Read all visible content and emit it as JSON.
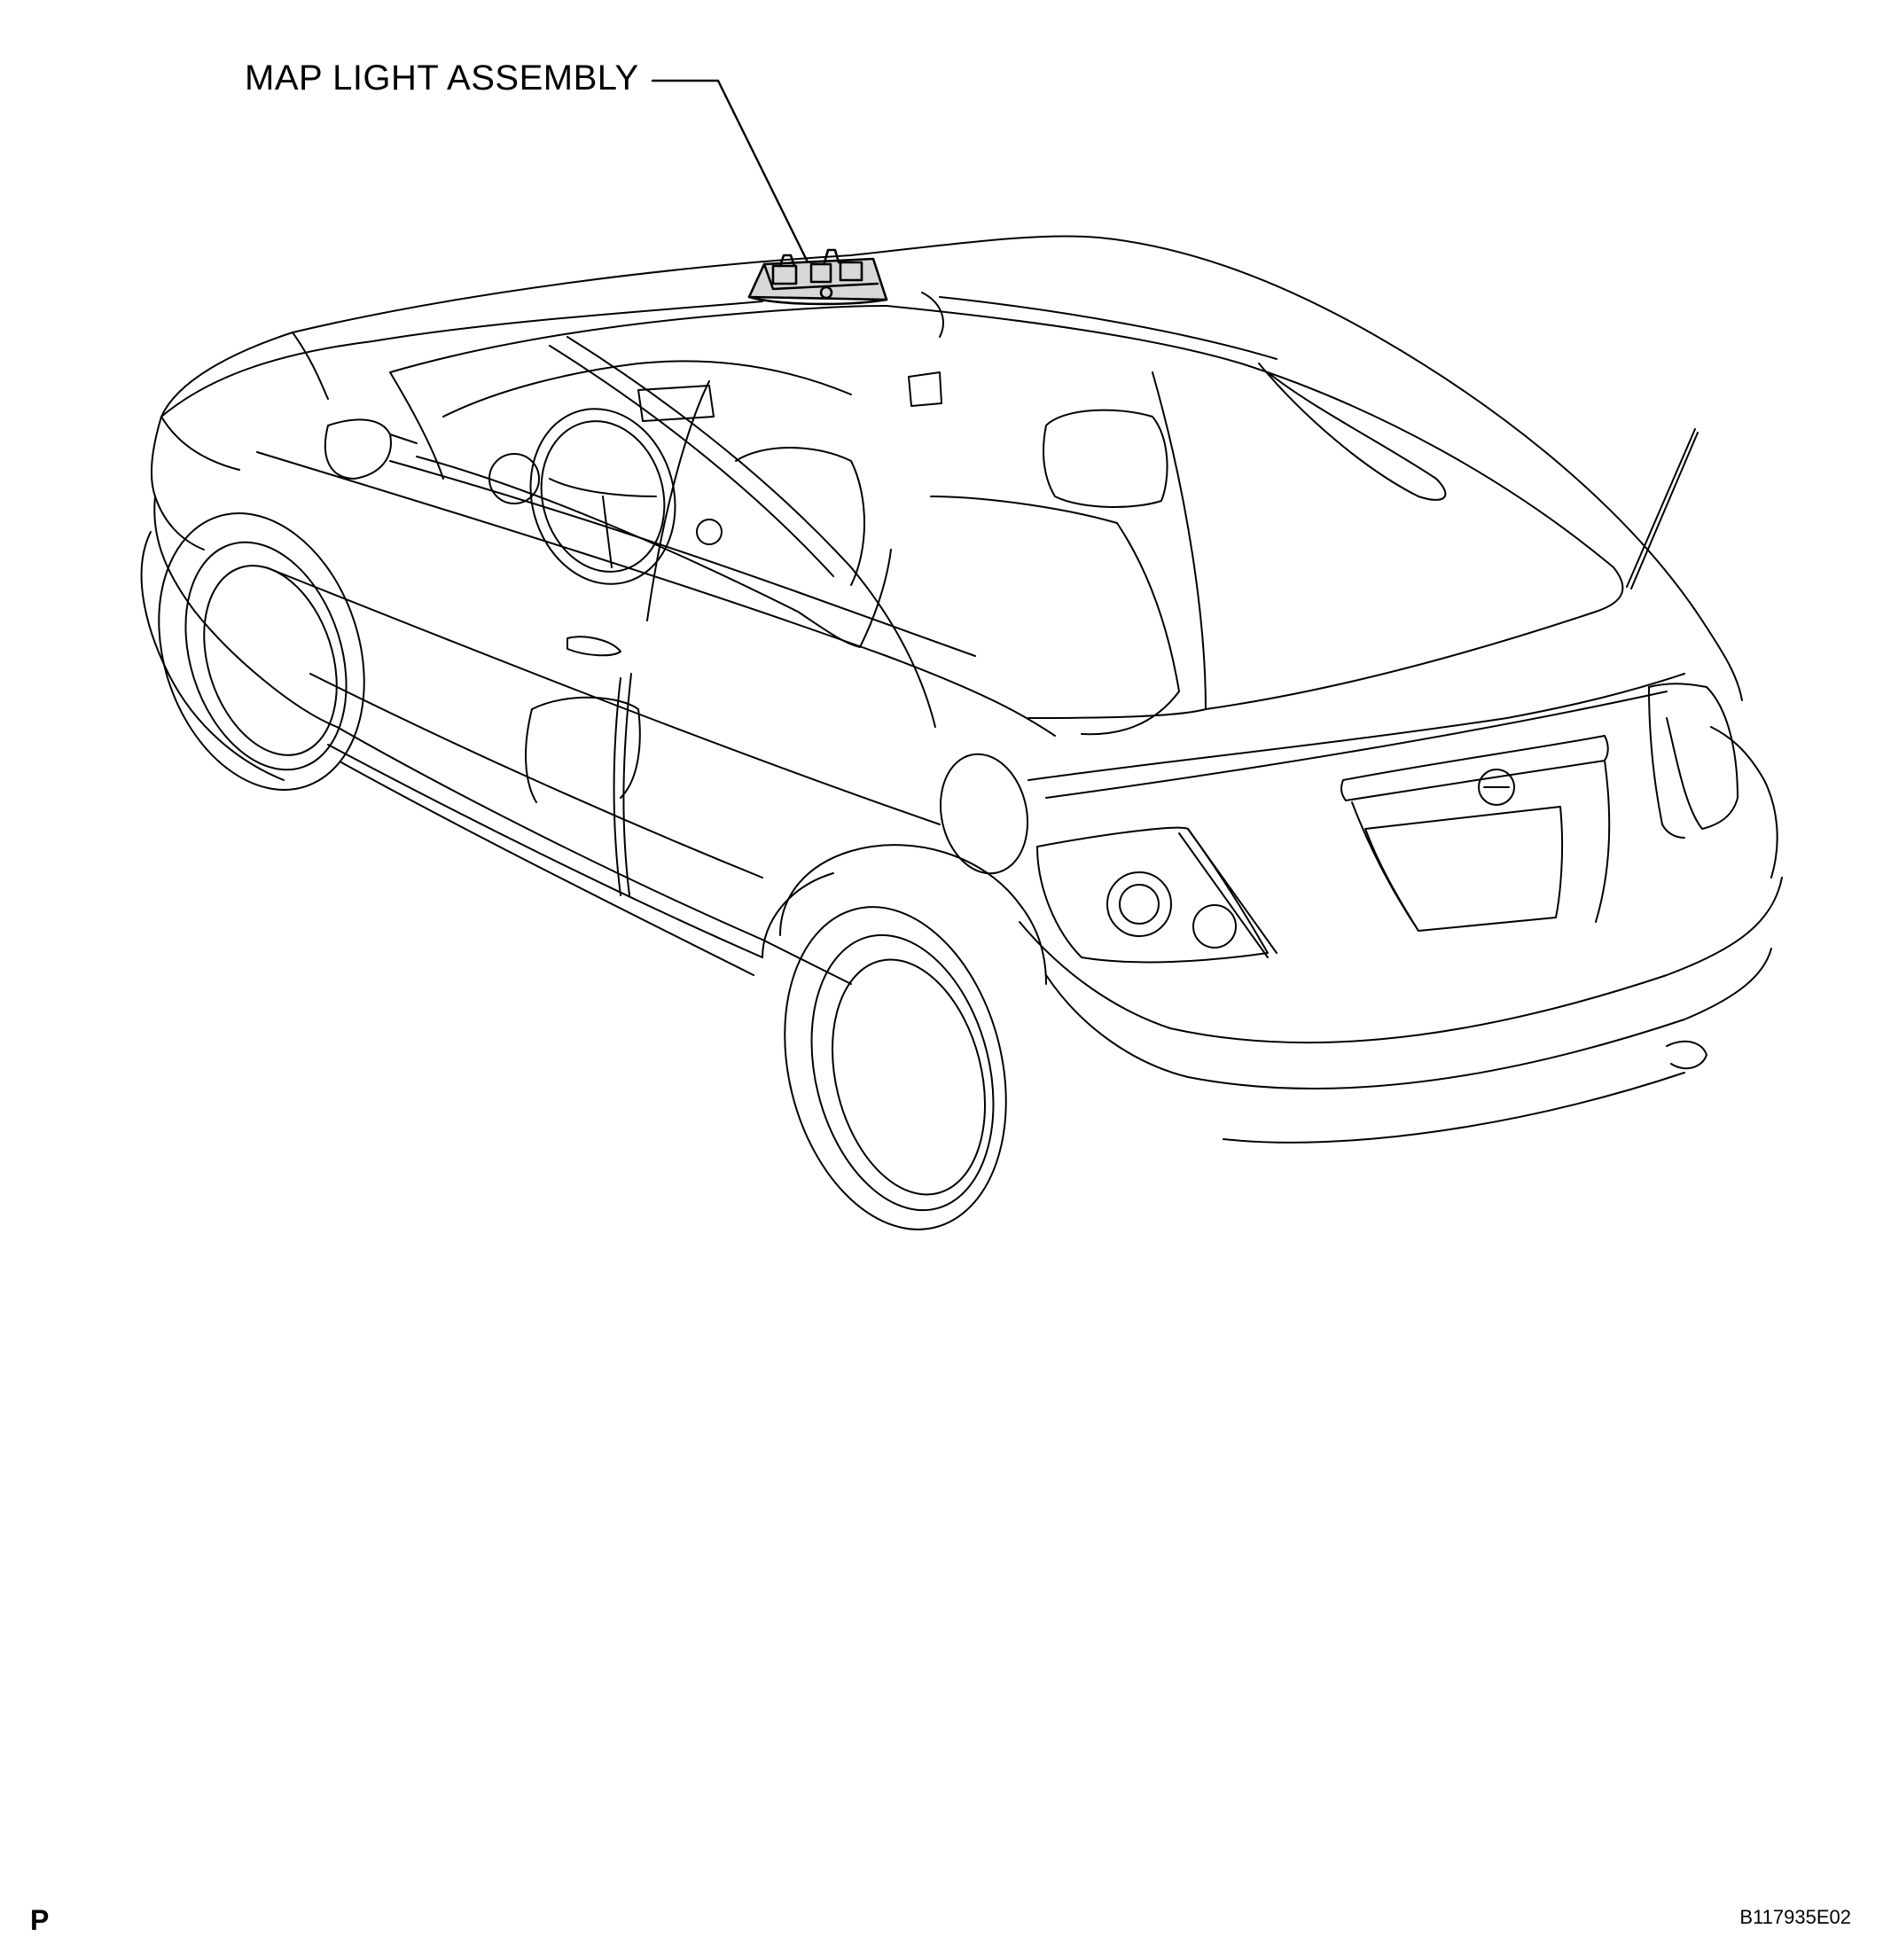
{
  "diagram": {
    "callout_label": "MAP LIGHT ASSEMBLY",
    "corner_left": "P",
    "corner_right": "B117935E02",
    "colors": {
      "line": "#000000",
      "background": "#ffffff",
      "component_fill": "#d8d8d8"
    },
    "icons": [
      "car-outline-icon",
      "map-light-icon",
      "scion-emblem-icon"
    ]
  }
}
